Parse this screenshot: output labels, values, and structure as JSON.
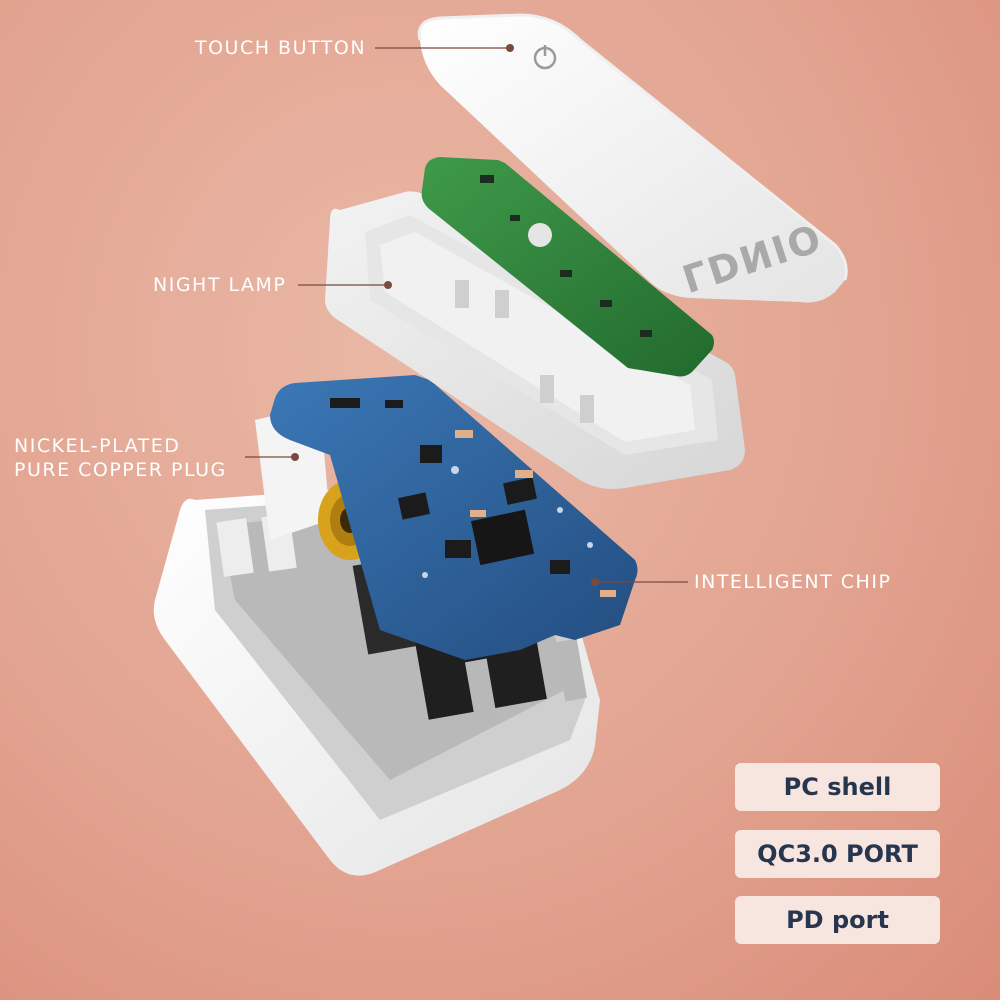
{
  "labels": {
    "touch_button": "TOUCH BUTTON",
    "night_lamp": "NIGHT LAMP",
    "plug_line1": "NICKEL-PLATED",
    "plug_line2": "PURE COPPER PLUG",
    "intelligent_chip": "INTELLIGENT CHIP"
  },
  "brand_mark": "LDNIO",
  "features": [
    "PC shell",
    "QC3.0 PORT",
    "PD port"
  ],
  "colors": {
    "background": "#e2a491",
    "shell": "#ffffff",
    "lamp_board": "#2f7d3a",
    "main_board": "#2d5e95",
    "copper": "#d9a21c",
    "pill_bg": "#f7e5df",
    "pill_text": "#26364f"
  }
}
